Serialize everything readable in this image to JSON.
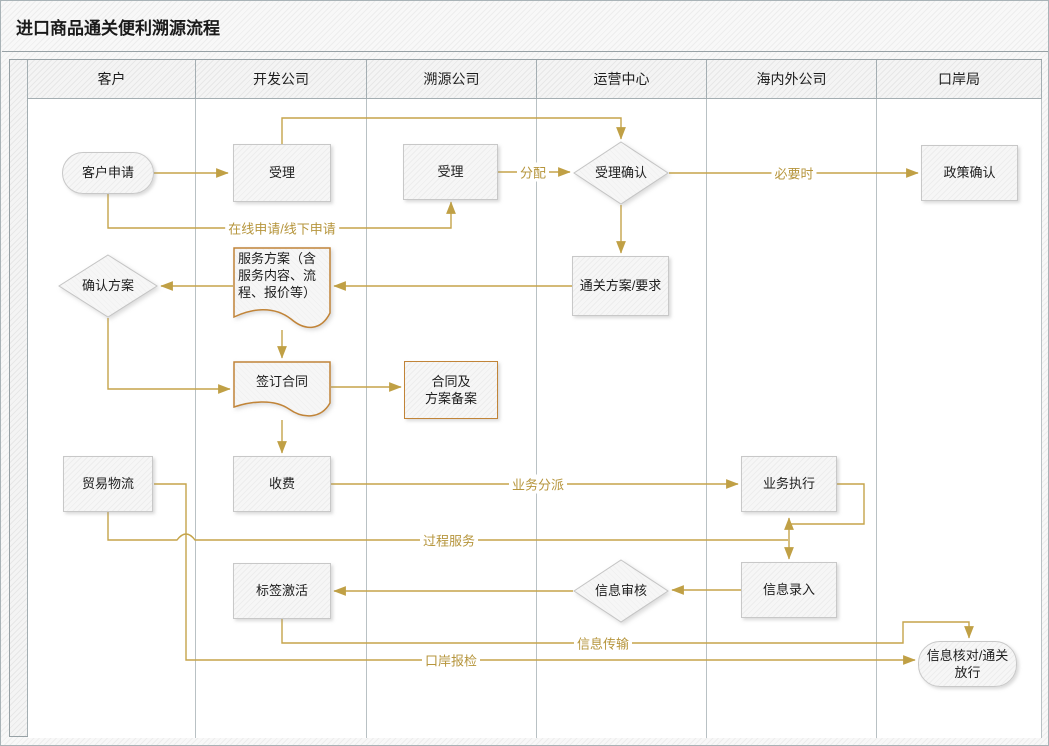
{
  "title": "进口商品通关便利溯源流程",
  "lanes": [
    "客户",
    "开发公司",
    "溯源公司",
    "运营中心",
    "海内外公司",
    "口岸局"
  ],
  "nodes": {
    "customer_apply": "客户申请",
    "accept_dev": "受理",
    "accept_trace": "受理",
    "accept_confirm": "受理确认",
    "policy_confirm": "政策确认",
    "confirm_plan": "确认方案",
    "service_plan": "服务方案（含服务内容、流程、报价等）",
    "clearance_plan": "通关方案/要求",
    "sign_contract": "签订合同",
    "contract_filing": "合同及\n方案备案",
    "trade_logistics": "贸易物流",
    "charge": "收费",
    "business_exec": "业务执行",
    "label_activate": "标签激活",
    "info_review": "信息审核",
    "info_entry": "信息录入",
    "info_check": "信息核对/通关放行"
  },
  "edge_labels": {
    "online_apply": "在线申请/线下申请",
    "assign": "分配",
    "when_necessary": "必要时",
    "business_dispatch": "业务分派",
    "process_service": "过程服务",
    "info_transfer": "信息传输",
    "port_inspection": "口岸报检"
  },
  "edges": [
    {
      "from": "customer_apply",
      "to": "accept_dev",
      "label": ""
    },
    {
      "from": "customer_apply",
      "to": "accept_trace",
      "label": "在线申请/线下申请"
    },
    {
      "from": "accept_dev",
      "to": "accept_confirm",
      "label": ""
    },
    {
      "from": "accept_trace",
      "to": "accept_confirm",
      "label": "分配"
    },
    {
      "from": "accept_confirm",
      "to": "policy_confirm",
      "label": "必要时"
    },
    {
      "from": "accept_confirm",
      "to": "clearance_plan",
      "label": ""
    },
    {
      "from": "clearance_plan",
      "to": "service_plan",
      "label": ""
    },
    {
      "from": "service_plan",
      "to": "confirm_plan",
      "label": ""
    },
    {
      "from": "service_plan",
      "to": "sign_contract",
      "label": ""
    },
    {
      "from": "confirm_plan",
      "to": "sign_contract",
      "label": ""
    },
    {
      "from": "sign_contract",
      "to": "contract_filing",
      "label": ""
    },
    {
      "from": "sign_contract",
      "to": "charge",
      "label": ""
    },
    {
      "from": "charge",
      "to": "business_exec",
      "label": "业务分派"
    },
    {
      "from": "trade_logistics",
      "to": "business_exec",
      "label": "过程服务"
    },
    {
      "from": "business_exec",
      "to": "info_entry",
      "label": ""
    },
    {
      "from": "info_entry",
      "to": "info_review",
      "label": ""
    },
    {
      "from": "info_review",
      "to": "label_activate",
      "label": ""
    },
    {
      "from": "label_activate",
      "to": "info_check",
      "label": "信息传输"
    },
    {
      "from": "trade_logistics",
      "to": "info_check",
      "label": "口岸报检"
    }
  ],
  "colors": {
    "connector": "#C5A44A",
    "connector_label": "#B6953C",
    "document_border": "#C18438",
    "node_border": "#C8C8C8",
    "lane_border": "#A9B3B7",
    "node_fill": "#F3F3F3",
    "title_color": "#1A1A1A"
  }
}
